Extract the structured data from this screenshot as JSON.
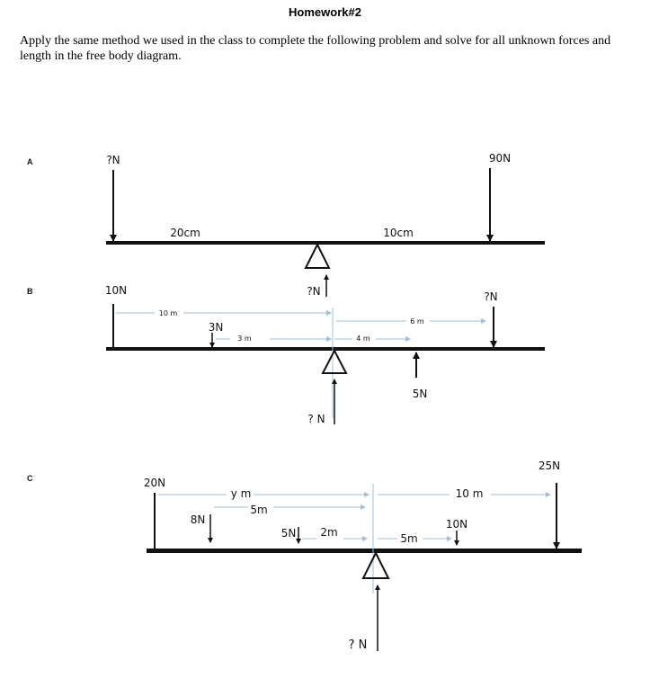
{
  "header": {
    "title": "Homework#2",
    "instructions": "Apply the same method we used in the class to complete the following problem and solve for all unknown forces and length in the free body diagram."
  },
  "diagram": {
    "A": {
      "section": "A",
      "left_force": "?N",
      "right_force": "90N",
      "left_length": "20cm",
      "right_length": "10cm",
      "support_force": "?N"
    },
    "B": {
      "section": "B",
      "left_force": "10N",
      "right_force": "?N",
      "length_10m": "10 m",
      "force_3n": "3N",
      "length_3m": "3 m",
      "length_4m": "4 m",
      "length_6m": "6 m",
      "force_5n": "5N",
      "support_force": "? N"
    },
    "C": {
      "section": "C",
      "left_force": "20N",
      "right_force": "25N",
      "length_ym": "y m",
      "force_8n": "8N",
      "length_5m_upper": "5m",
      "force_5n": "5N",
      "length_2m": "2m",
      "length_5m_lower": "5m",
      "length_10m": "10 m",
      "force_10n": "10N",
      "support_force": "? N"
    }
  },
  "colors": {
    "ink": "#111111",
    "dimension_line": "#9dbfdc"
  }
}
